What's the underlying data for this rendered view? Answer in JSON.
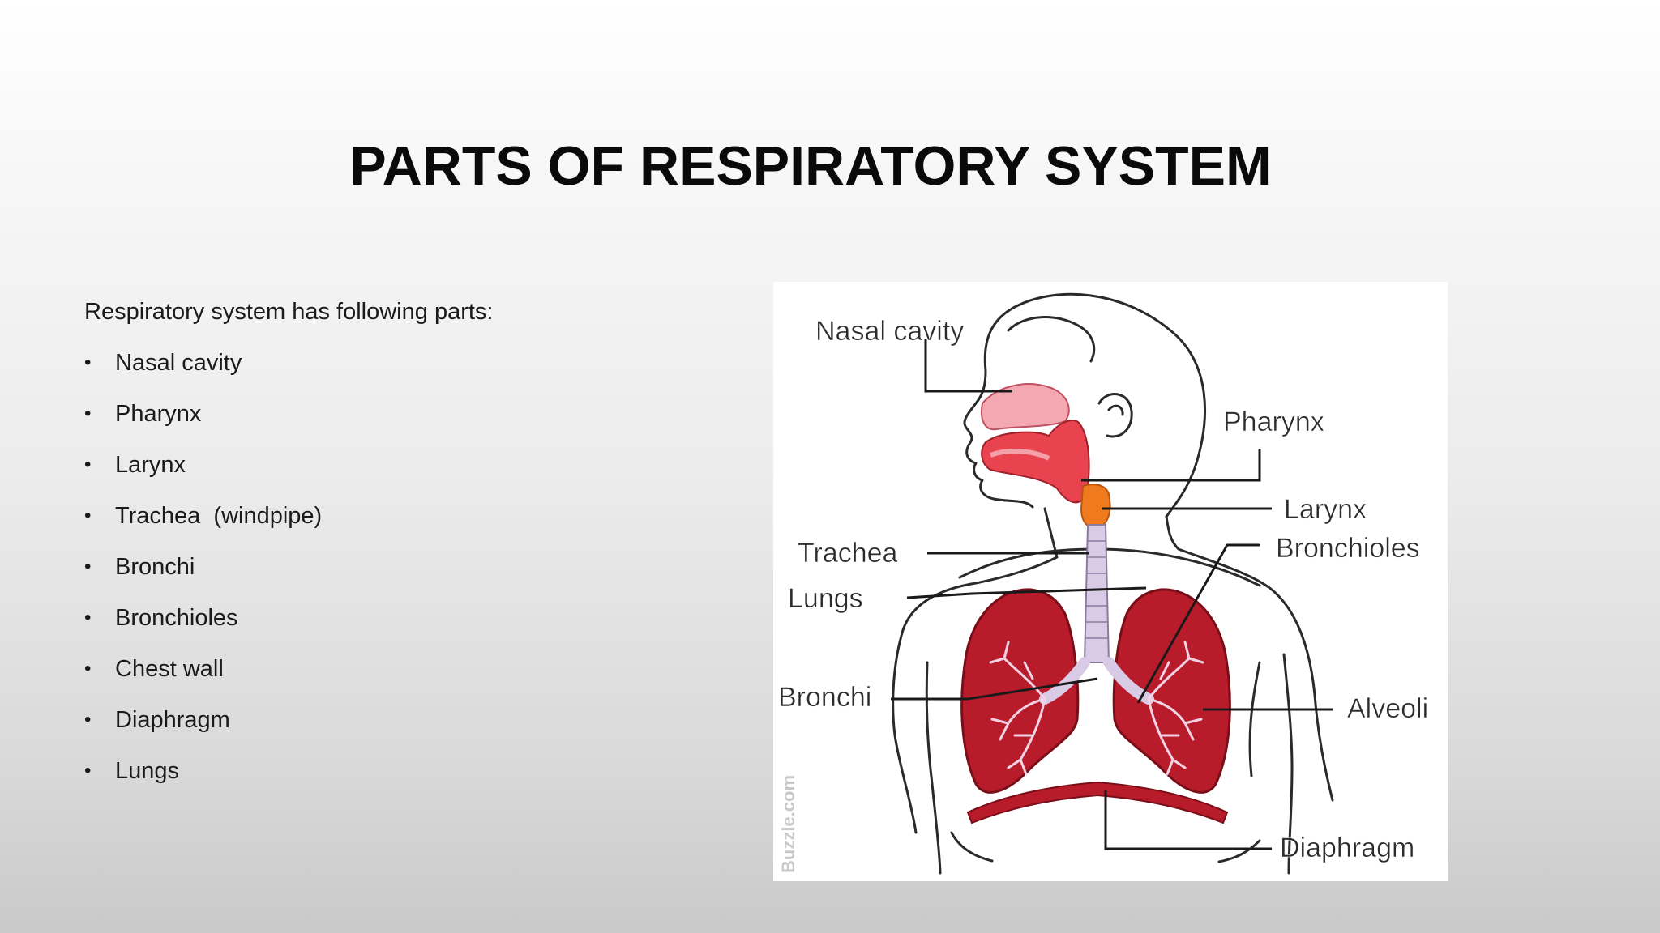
{
  "slide": {
    "title": "PARTS OF RESPIRATORY SYSTEM",
    "intro": "Respiratory system has following parts:",
    "bullet_glyph": "•",
    "items": [
      "Nasal cavity",
      "Pharynx",
      "Larynx",
      "Trachea  (windpipe)",
      "Bronchi",
      "Bronchioles",
      "Chest wall",
      "Diaphragm",
      "Lungs"
    ]
  },
  "figure": {
    "labels": {
      "nasal_cavity": "Nasal cavity",
      "pharynx": "Pharynx",
      "larynx": "Larynx",
      "trachea": "Trachea",
      "bronchioles": "Bronchioles",
      "lungs": "Lungs",
      "bronchi": "Bronchi",
      "alveoli": "Alveoli",
      "diaphragm": "Diaphragm"
    },
    "watermark": "Buzzle.com",
    "colors": {
      "lung": "#b81c2a",
      "lung_light": "#e04a5a",
      "airway": "#d9cbe6",
      "larynx": "#f07a1e",
      "mouth": "#e8434f",
      "nasal": "#f3a8b2",
      "outline": "#2a2a2a"
    }
  }
}
